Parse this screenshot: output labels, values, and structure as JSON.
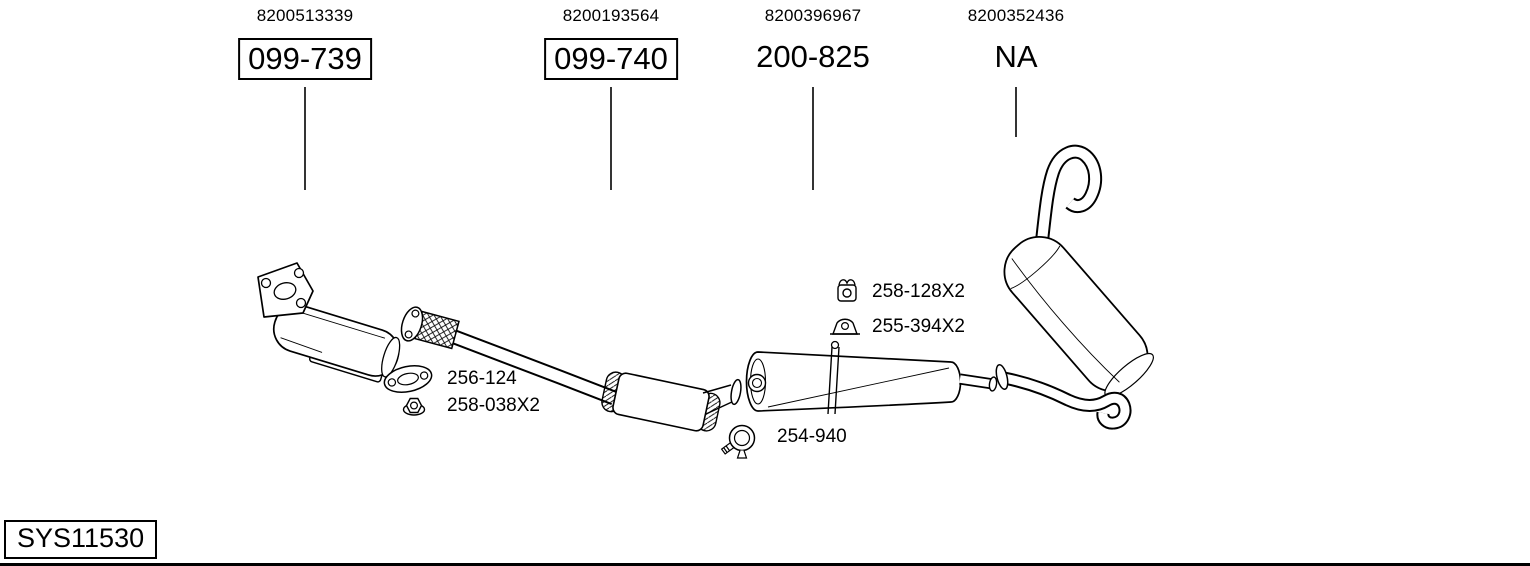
{
  "diagram": {
    "system_id": "SYS11530",
    "background": "#ffffff",
    "ink": "#000000",
    "columns": [
      {
        "oem": "8200513339",
        "part": "099-739",
        "boxed": true
      },
      {
        "oem": "8200193564",
        "part": "099-740",
        "boxed": true
      },
      {
        "oem": "8200396967",
        "part": "200-825",
        "boxed": false
      },
      {
        "oem": "8200352436",
        "part": "NA",
        "boxed": false
      }
    ],
    "small_parts": [
      {
        "label": "256-124",
        "icon": "gasket-icon"
      },
      {
        "label": "258-038X2",
        "icon": "nut-icon"
      },
      {
        "label": "258-128X2",
        "icon": "rubber-hanger-icon"
      },
      {
        "label": "255-394X2",
        "icon": "rubber-mount-icon"
      },
      {
        "label": "254-940",
        "icon": "pipe-clamp-icon"
      }
    ]
  }
}
